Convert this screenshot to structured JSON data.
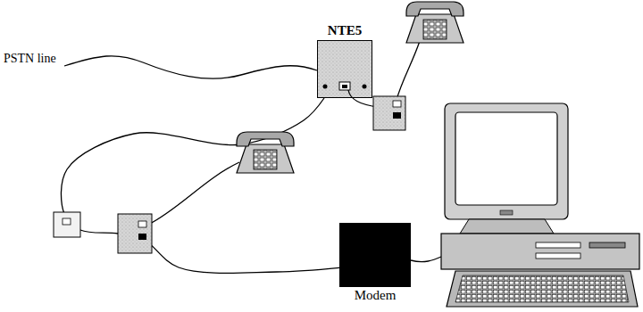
{
  "diagram": {
    "nodes": [
      {
        "text": [
          "NTE5"
        ]
      },
      {
        "text": [
          "Modem"
        ]
      }
    ],
    "edges": [
      {
        "from": 0,
        "to": 1,
        "arrow": "none"
      }
    ],
    "labels": [
      "PSTN line"
    ]
  }
}
